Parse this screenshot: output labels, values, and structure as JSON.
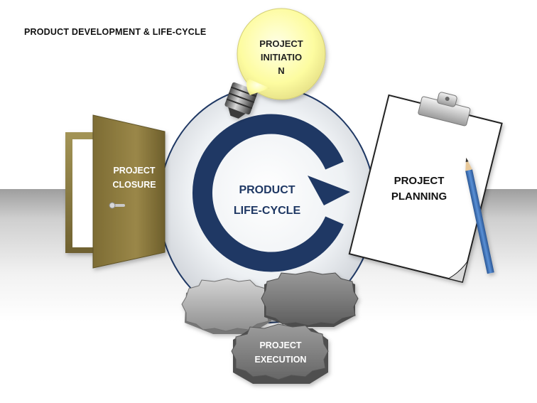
{
  "title": "PRODUCT DEVELOPMENT & LIFE-CYCLE",
  "center": {
    "line1": "PRODUCT",
    "line2": "LIFE-CYCLE"
  },
  "phases": {
    "initiation": {
      "line1": "PROJECT",
      "line2": "INITIATIO",
      "line3": "N",
      "icon": "lightbulb-icon"
    },
    "planning": {
      "line1": "PROJECT",
      "line2": "PLANNING",
      "icon": "clipboard-icon"
    },
    "execution": {
      "line1": "PROJECT",
      "line2": "EXECUTION",
      "icon": "gears-icon"
    },
    "closure": {
      "line1": "PROJECT",
      "line2": "CLOSURE",
      "icon": "door-icon"
    }
  },
  "colors": {
    "cycle_arrow": "#1f3864",
    "circle_outline": "#1f3864",
    "door": "#8c7a3e",
    "bulb": "#ffffa8",
    "pencil": "#3d72b8",
    "gear": "#8a8a8a"
  }
}
